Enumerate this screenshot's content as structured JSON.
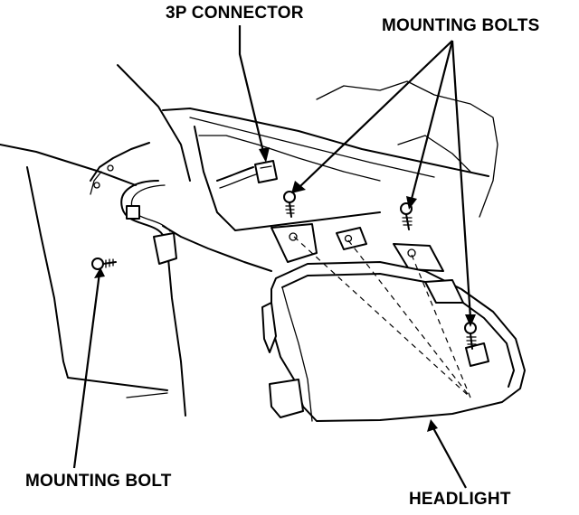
{
  "labels": {
    "connector": "3P CONNECTOR",
    "mounting_bolts": "MOUNTING BOLTS",
    "mounting_bolt": "MOUNTING BOLT",
    "headlight": "HEADLIGHT"
  },
  "colors": {
    "ink": "#000000",
    "paper": "#ffffff"
  }
}
